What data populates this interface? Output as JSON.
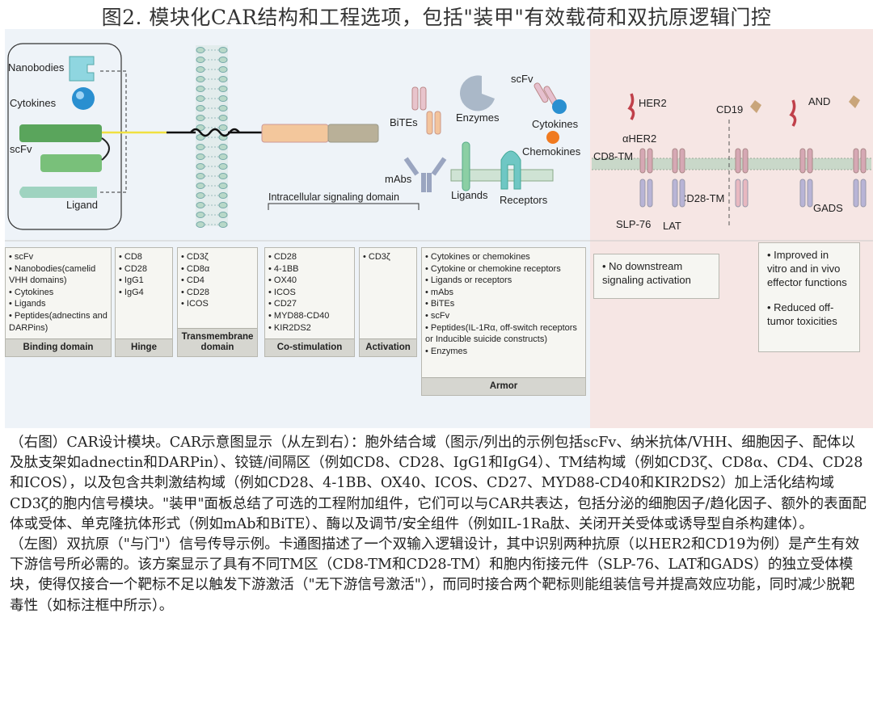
{
  "title": "图2. 模块化CAR结构和工程选项，包括\"装甲\"有效载荷和双抗原逻辑门控",
  "figure": {
    "left_labels": {
      "nanobodies": "Nanobodies",
      "cytokines": "Cytokines",
      "scfv": "scFv",
      "ligand": "Ligand"
    },
    "intracellular_label": "Intracellular signaling domain",
    "armor_labels": {
      "bites": "BiTEs",
      "enzymes": "Enzymes",
      "scfv": "scFv",
      "cytokines": "Cytokines",
      "chemokines": "Chemokines",
      "mabs": "mAbs",
      "ligands": "Ligands",
      "receptors": "Receptors"
    },
    "logic_labels": {
      "her2": "HER2",
      "cd19": "CD19",
      "and": "AND",
      "aher2": "αHER2",
      "cd8tm": "CD8-TM",
      "cd28tm": "CD28-TM",
      "slp76": "SLP-76",
      "lat": "LAT",
      "gads": "GADS"
    },
    "domain_boxes": [
      {
        "caption": "Binding domain",
        "items": [
          "scFv",
          "Nanobodies(camelid VHH domains)",
          "Cytokines",
          "Ligands",
          "Peptides(adnectins and DARPins)"
        ]
      },
      {
        "caption": "Hinge",
        "items": [
          "CD8",
          "CD28",
          "IgG1",
          "IgG4"
        ]
      },
      {
        "caption": "Transmembrane domain",
        "items": [
          "CD3ζ",
          "CD8α",
          "CD4",
          "CD28",
          "ICOS"
        ]
      },
      {
        "caption": "Co-stimulation",
        "items": [
          "CD28",
          "4-1BB",
          "OX40",
          "ICOS",
          "CD27",
          "MYD88-CD40",
          "KIR2DS2"
        ]
      },
      {
        "caption": "Activation",
        "items": [
          "CD3ζ"
        ]
      },
      {
        "caption": "Armor",
        "items": [
          "Cytokines or chemokines",
          "Cytokine or chemokine receptors",
          "Ligands or receptors",
          "mAbs",
          "BiTEs",
          "scFv",
          "Peptides(IL-1Rα, off-switch receptors or Inducible suicide constructs)",
          "Enzymes"
        ]
      }
    ],
    "no_signal_box": "No downstream signaling activation",
    "improved_box": {
      "item1": "Improved in vitro and in vivo effector functions",
      "item2": "Reduced off-tumor toxicities"
    }
  },
  "paragraphs": [
    "（右图）CAR设计模块。CAR示意图显示（从左到右）：胞外结合域（图示/列出的示例包括scFv、纳米抗体/VHH、细胞因子、配体以及肽支架如adnectin和DARPin）、铰链/间隔区（例如CD8、CD28、IgG1和IgG4）、TM结构域（例如CD3ζ、CD8α、CD4、CD28和ICOS），以及包含共刺激结构域（例如CD28、4-1BB、OX40、ICOS、CD27、MYD88-CD40和KIR2DS2）加上活化结构域CD3ζ的胞内信号模块。\"装甲\"面板总结了可选的工程附加组件，它们可以与CAR共表达，包括分泌的细胞因子/趋化因子、额外的表面配体或受体、单克隆抗体形式（例如mAb和BiTE）、酶以及调节/安全组件（例如IL-1Ra肽、关闭开关受体或诱导型自杀构建体）。",
    "（左图）双抗原（\"与门\"）信号传导示例。卡通图描述了一个双输入逻辑设计，其中识别两种抗原（以HER2和CD19为例）是产生有效下游信号所必需的。该方案显示了具有不同TM区（CD8-TM和CD28-TM）和胞内衔接元件（SLP-76、LAT和GADS）的独立受体模块，使得仅接合一个靶标不足以触发下游激活（\"无下游信号激活\"），而同时接合两个靶标则能组装信号并提高效应功能，同时减少脱靶毒性（如标注框中所示）。"
  ]
}
